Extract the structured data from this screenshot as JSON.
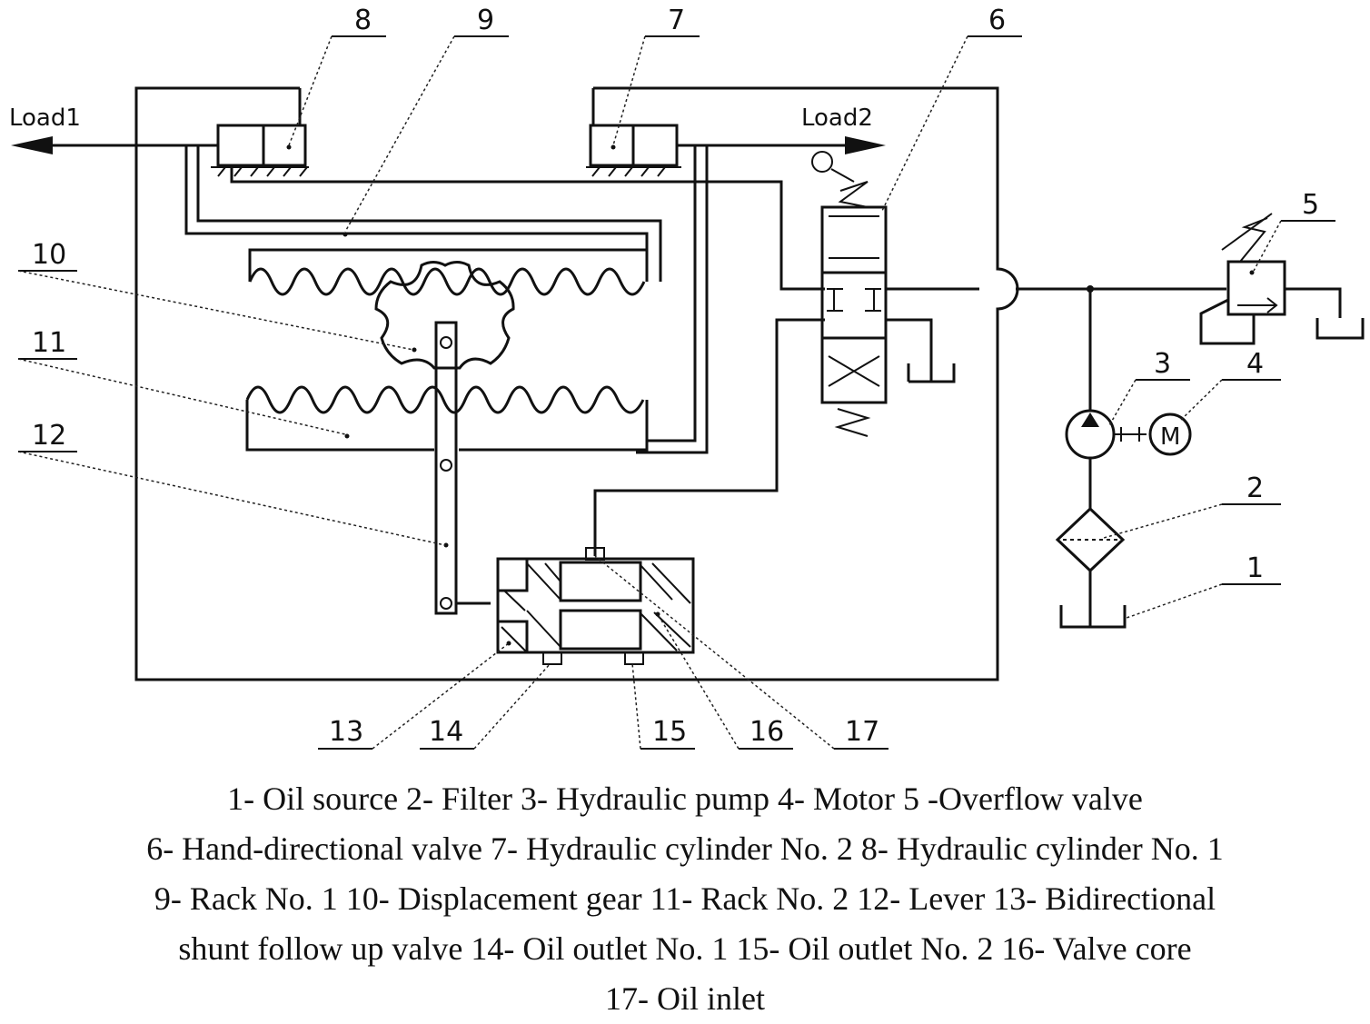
{
  "labels": {
    "load1": "Load1",
    "load2": "Load2",
    "n1": "1",
    "n2": "2",
    "n3": "3",
    "n4": "4",
    "n5": "5",
    "n6": "6",
    "n7": "7",
    "n8": "8",
    "n9": "9",
    "n10": "10",
    "n11": "11",
    "n12": "12",
    "n13": "13",
    "n14": "14",
    "n15": "15",
    "n16": "16",
    "n17": "17",
    "motor_symbol": "M"
  },
  "caption": {
    "line1": "1- Oil source 2- Filter 3- Hydraulic pump 4- Motor 5 -Overflow valve",
    "line2": "6- Hand-directional valve 7- Hydraulic cylinder No. 2 8- Hydraulic cylinder No. 1",
    "line3": "9- Rack No. 1 10- Displacement gear 11- Rack No. 2 12- Lever 13- Bidirectional",
    "line4": "shunt follow up valve 14- Oil outlet No. 1 15- Oil outlet No. 2 16- Valve core",
    "line5": "17- Oil inlet"
  }
}
